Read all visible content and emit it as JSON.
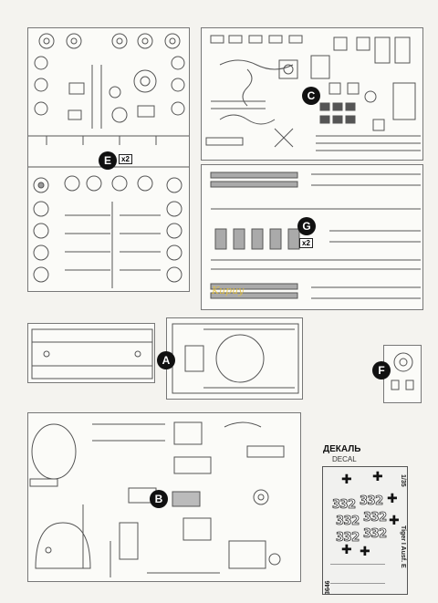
{
  "sprues": {
    "e": {
      "badge": "E",
      "multiplier": "x2"
    },
    "c": {
      "badge": "C"
    },
    "g": {
      "badge": "G",
      "multiplier": "x2"
    },
    "a": {
      "badge": "A"
    },
    "f": {
      "badge": "F"
    },
    "b": {
      "badge": "B"
    }
  },
  "decal": {
    "title": "ДЕКАЛЬ",
    "subtitle": "DECAL",
    "numbers": [
      "332",
      "332",
      "332",
      "332",
      "332",
      "332"
    ],
    "model_name": "Tiger I Ausf. E",
    "article": "3646",
    "scale": "1/35"
  },
  "watermark": "Kupuy"
}
